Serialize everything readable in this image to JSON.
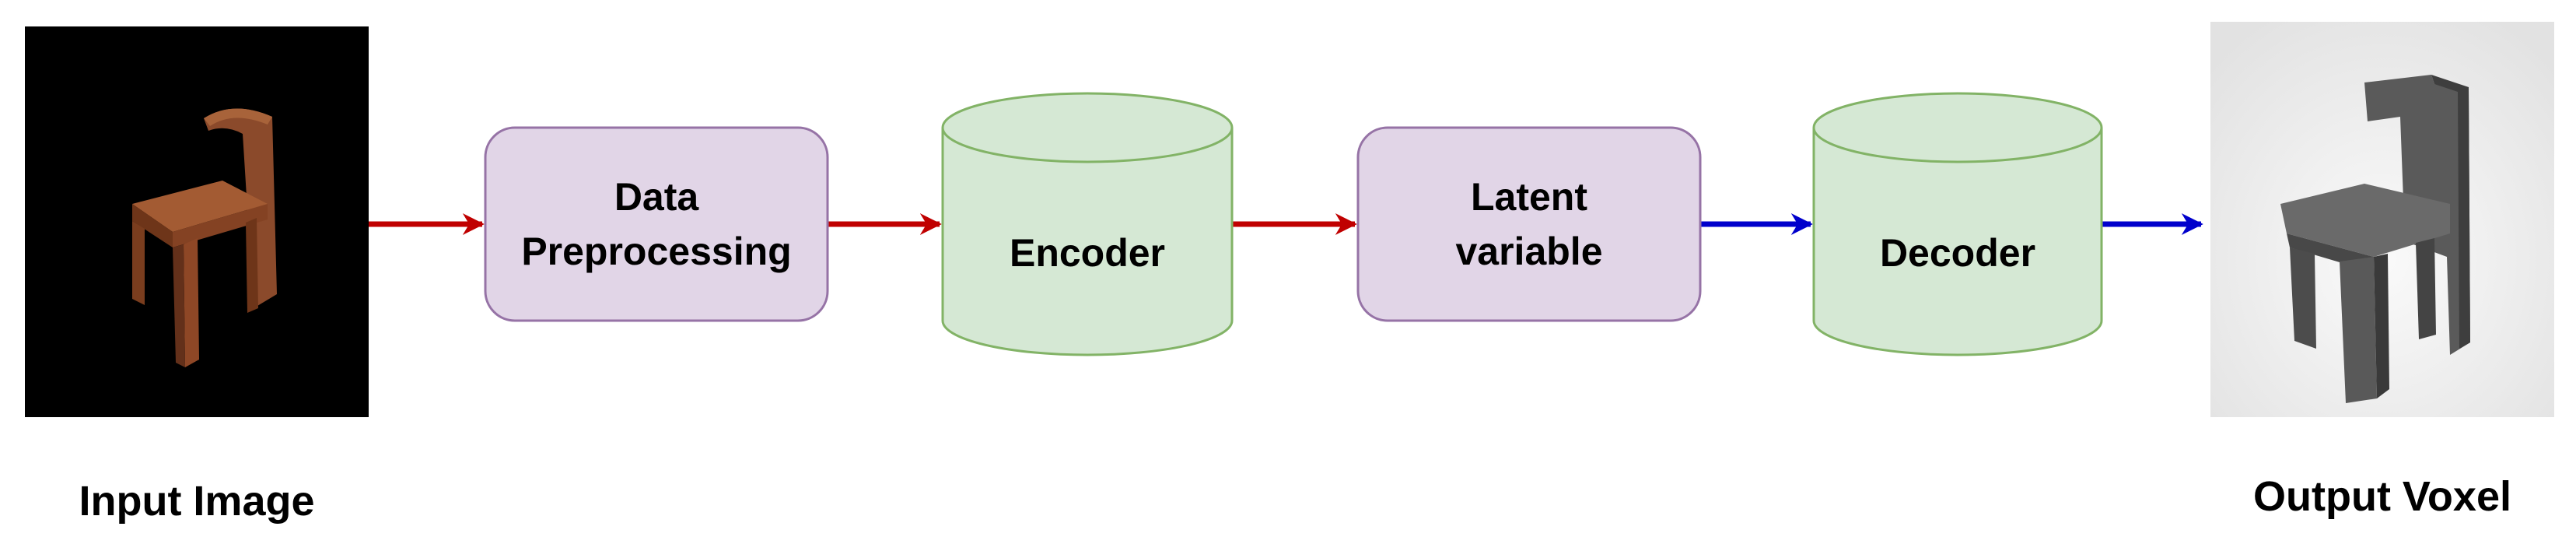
{
  "nodes": {
    "preprocessing": {
      "lines": [
        "Data",
        "Preprocessing"
      ],
      "fill": "#e1d5e7",
      "stroke": "#9673a6"
    },
    "encoder": {
      "lines": [
        "Encoder"
      ],
      "fill": "#d5e8d4",
      "stroke": "#82b366"
    },
    "latent": {
      "lines": [
        "Latent",
        "variable"
      ],
      "fill": "#e1d5e7",
      "stroke": "#9673a6"
    },
    "decoder": {
      "lines": [
        "Decoder"
      ],
      "fill": "#d5e8d4",
      "stroke": "#82b366"
    }
  },
  "captions": {
    "input": "Input Image",
    "output": "Output Voxel"
  },
  "arrow_colors": {
    "encode_path": "#c00000",
    "decode_path": "#0000cc"
  },
  "images": {
    "input": {
      "description_icon": "chair-render-icon",
      "background": "#000000",
      "chair_color": "#8b4a2b"
    },
    "output": {
      "description_icon": "voxel-chair-icon",
      "background": "#e9e9e9",
      "chair_color": "#555555"
    }
  }
}
